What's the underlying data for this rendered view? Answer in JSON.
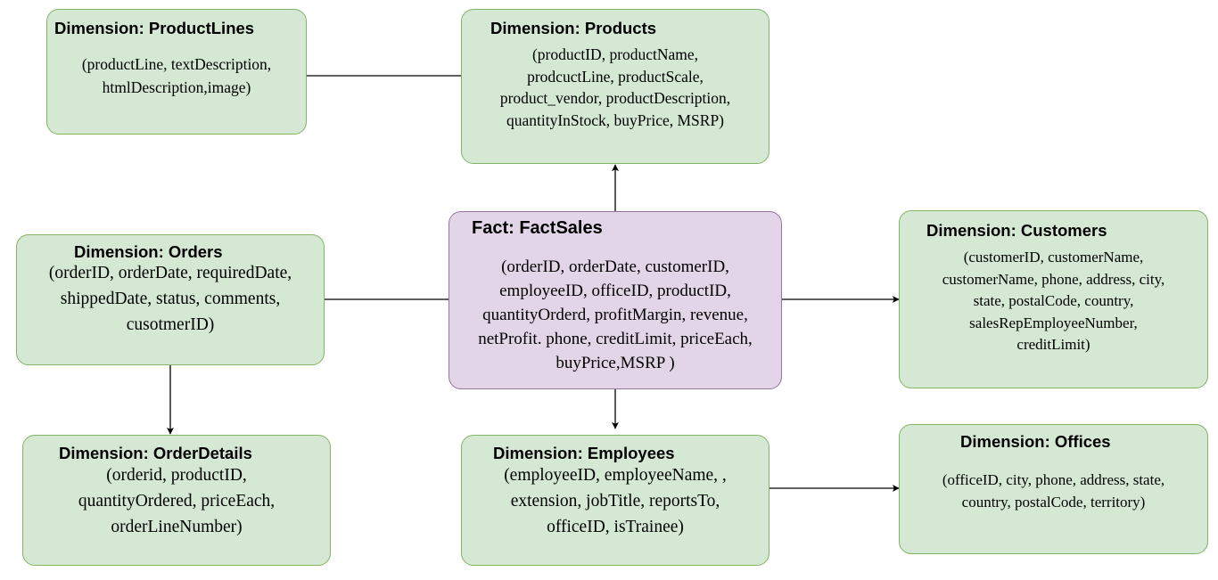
{
  "boxes": {
    "productlines": {
      "title": "Dimension: ProductLines",
      "attributes": "(productLine, textDescription,\nhtmlDescription,image)"
    },
    "products": {
      "title": "Dimension: Products",
      "attributes": "(productID, productName,\nprodcuctLine, productScale,\nproduct_vendor, productDescription,\nquantityInStock,  buyPrice, MSRP)"
    },
    "orders": {
      "title": "Dimension: Orders",
      "attributes": "(orderID, orderDate, requiredDate,\nshippedDate, status, comments,\ncusotmerID)"
    },
    "factsales": {
      "title": "Fact: FactSales",
      "attributes": "(orderID, orderDate, customerID,\nemployeeID, officeID, productID,\nquantityOrderd, profitMargin, revenue,\nnetProfit. phone, creditLimit, priceEach,\nbuyPrice,MSRP  )"
    },
    "customers": {
      "title": "Dimension: Customers",
      "attributes": "(customerID, customerName,\ncustomerName, phone, address, city,\nstate, postalCode, country,\nsalesRepEmployeeNumber,\ncreditLimit)"
    },
    "orderdetails": {
      "title": "Dimension: OrderDetails",
      "attributes": "(orderid,  productID,\nquantityOrdered, priceEach,\norderLineNumber)"
    },
    "employees": {
      "title": "Dimension: Employees",
      "attributes": "(employeeID, employeeName, ,\nextension, jobTitle, reportsTo,\nofficeID, isTrainee)"
    },
    "offices": {
      "title": "Dimension: Offices",
      "attributes": "(officeID, city, phone, address, state,\ncountry, postalCode, territory)"
    }
  },
  "colors": {
    "dimension_fill": "#d5e8d4",
    "dimension_border": "#82b366",
    "fact_fill": "#e1d5e7",
    "fact_border": "#9673a6",
    "arrow": "#000000"
  }
}
